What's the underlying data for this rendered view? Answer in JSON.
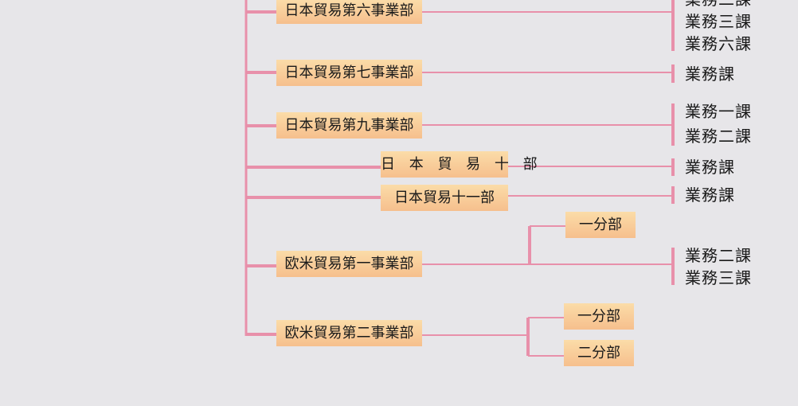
{
  "divisions": [
    {
      "label": "日本貿易第六事業部"
    },
    {
      "label": "日本貿易第七事業部"
    },
    {
      "label": "日本貿易第九事業部"
    },
    {
      "label": "日 本 貿 易 十 部"
    },
    {
      "label": "日本貿易十一部"
    },
    {
      "label": "欧米貿易第一事業部"
    },
    {
      "label": "欧米貿易第二事業部"
    }
  ],
  "subdivisions": [
    {
      "label": "一分部"
    },
    {
      "label": "一分部"
    },
    {
      "label": "二分部"
    }
  ],
  "sections": [
    {
      "label": "業務二課"
    },
    {
      "label": "業務三課"
    },
    {
      "label": "業務六課"
    },
    {
      "label": "業務課"
    },
    {
      "label": "業務一課"
    },
    {
      "label": "業務二課"
    },
    {
      "label": "業務課"
    },
    {
      "label": "業務課"
    },
    {
      "label": "業務二課"
    },
    {
      "label": "業務三課"
    }
  ],
  "colors": {
    "connector": "#e890aa",
    "box_top": "#fbdca8",
    "box_bottom": "#f6bf8d",
    "background": "#e7e6e9"
  }
}
